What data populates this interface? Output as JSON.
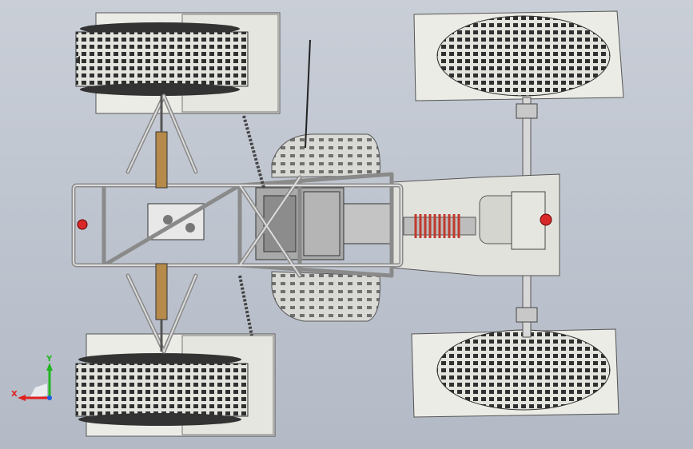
{
  "viewport": {
    "background_top": "#c9ced7",
    "background_bottom": "#b3bac6"
  },
  "model": {
    "view": "top",
    "frame_color": "#d4d4d4",
    "spring_color": "#c0392b",
    "tire_color": "#e1e1dc"
  },
  "triad": {
    "x_label": "X",
    "y_label": "Y",
    "x_color": "#e02020",
    "y_color": "#1fb51f",
    "z_color": "#1f5fe0"
  }
}
